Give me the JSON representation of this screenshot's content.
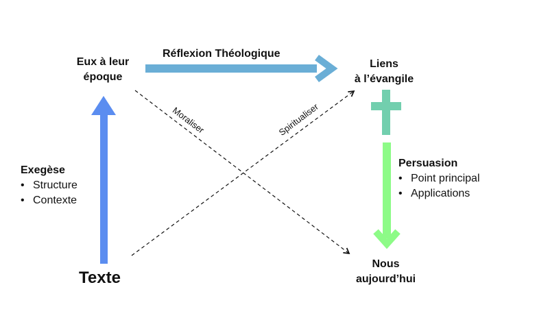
{
  "nodes": {
    "top_left": {
      "line1": "Eux à leur",
      "line2": "époque"
    },
    "top_right": {
      "line1": "Liens",
      "line2": "à l’évangile"
    },
    "bottom_left": {
      "label": "Texte"
    },
    "bottom_right": {
      "line1": "Nous",
      "line2": "aujourd’hui"
    }
  },
  "top_arrow_label": "Réflexion Théologique",
  "diagonal_labels": {
    "down": "Moraliser",
    "up": "Spiritualiser"
  },
  "exegese": {
    "title": "Exegèse",
    "items": [
      "Structure",
      "Contexte"
    ]
  },
  "persuasion": {
    "title": "Persuasion",
    "items": [
      "Point principal",
      "Applications"
    ]
  },
  "colors": {
    "exegese_arrow": "#5b8df0",
    "reflexion_arrow": "#6aaed6",
    "cross": "#72cfae",
    "persuasion_arrow": "#8dfb87",
    "dashed_start": "#5f8ff0",
    "dashed_end": "#8df08a"
  }
}
